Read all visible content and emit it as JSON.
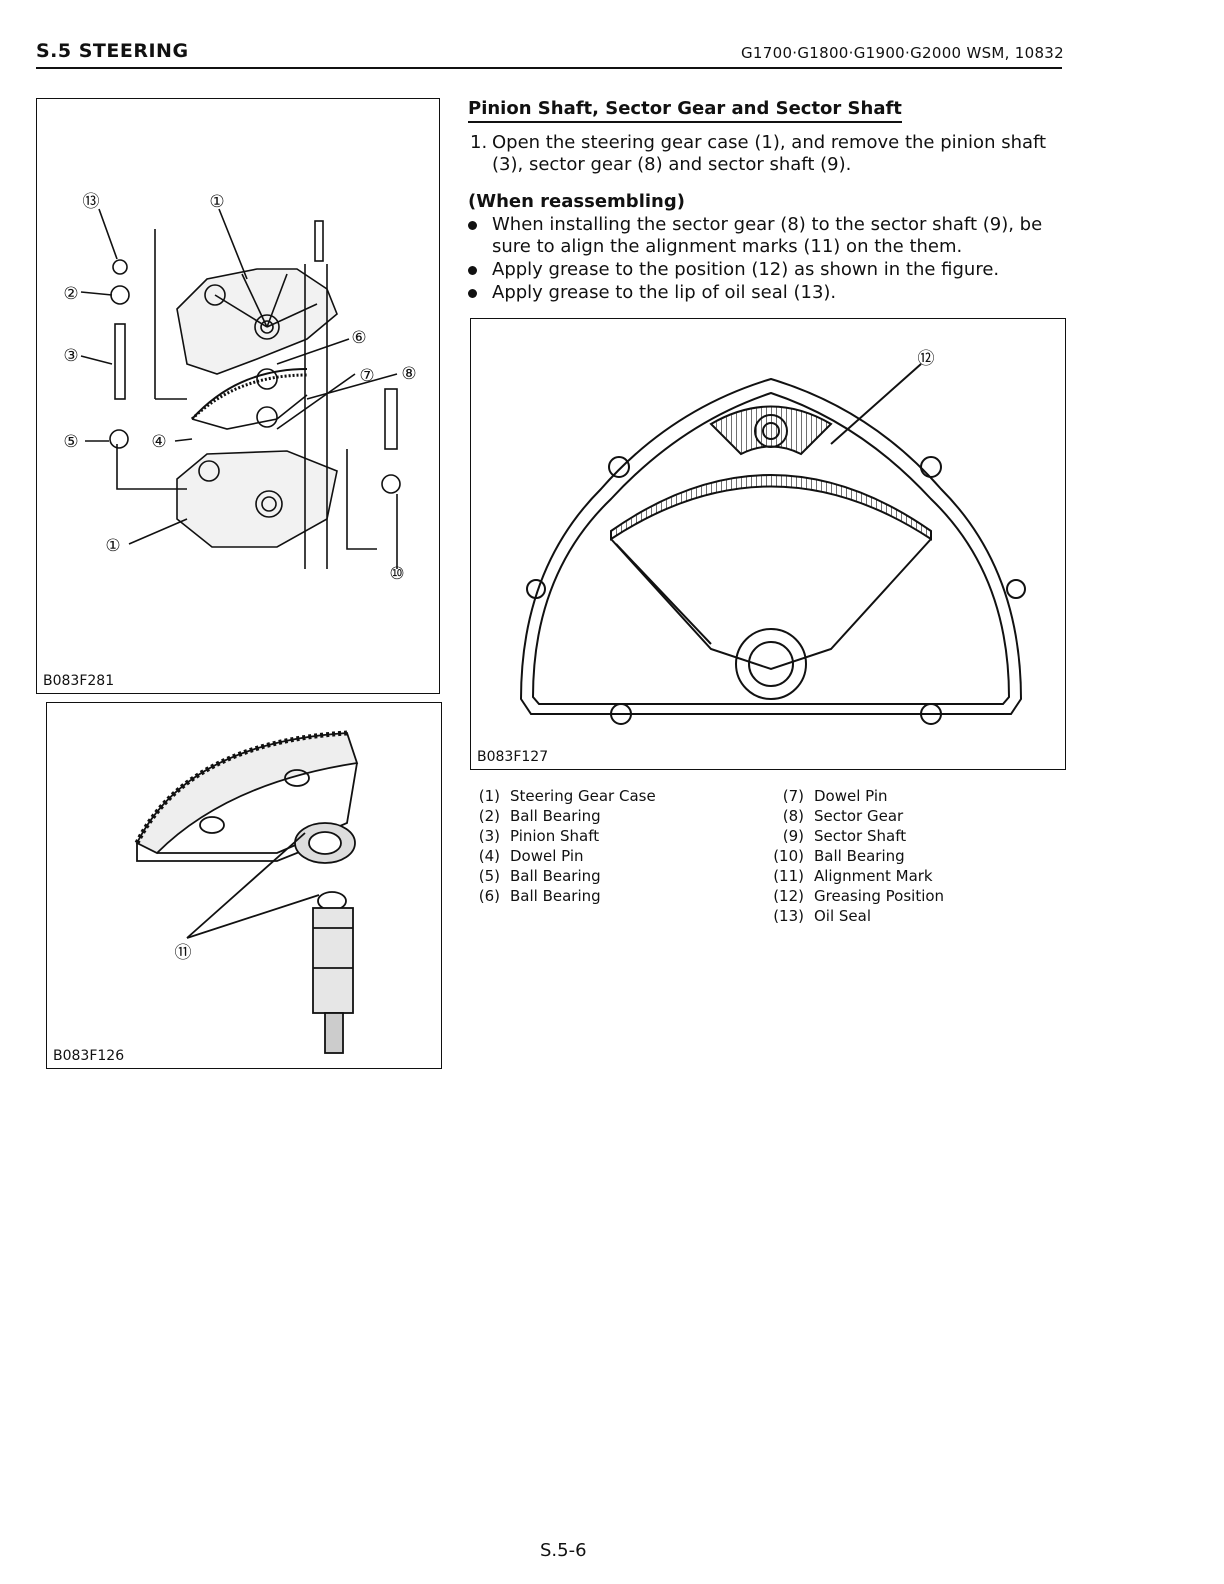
{
  "header": {
    "section": "S.5 STEERING",
    "manual": "G1700·G1800·G1900·G2000  WSM, 10832"
  },
  "figures": {
    "exploded": {
      "code": "B083F281",
      "callouts": [
        "⑬",
        "①",
        "②",
        "③",
        "⑥",
        "⑦",
        "⑧",
        "⑤",
        "④",
        "①",
        "⑩"
      ]
    },
    "gear_closeup": {
      "code": "B083F126",
      "callouts": [
        "⑪"
      ]
    },
    "case_greasing": {
      "code": "B083F127",
      "callouts": [
        "⑫"
      ]
    }
  },
  "procedure": {
    "title": "Pinion Shaft, Sector Gear and Sector Shaft",
    "step_number": "1.",
    "step_text": "Open the steering gear case (1), and remove the pinion shaft (3), sector gear (8) and sector shaft (9).",
    "reassembling_heading": "(When reassembling)",
    "bullets": [
      "When installing the sector gear (8) to the sector shaft (9), be sure to align the alignment marks (11) on the them.",
      "Apply grease to the position (12) as shown in the figure.",
      "Apply grease to the lip of oil seal (13)."
    ]
  },
  "legend": {
    "left": [
      {
        "num": "(1)",
        "label": "Steering Gear Case"
      },
      {
        "num": "(2)",
        "label": "Ball Bearing"
      },
      {
        "num": "(3)",
        "label": "Pinion Shaft"
      },
      {
        "num": "(4)",
        "label": "Dowel Pin"
      },
      {
        "num": "(5)",
        "label": "Ball Bearing"
      },
      {
        "num": "(6)",
        "label": "Ball Bearing"
      }
    ],
    "right": [
      {
        "num": "(7)",
        "label": "Dowel Pin"
      },
      {
        "num": "(8)",
        "label": "Sector Gear"
      },
      {
        "num": "(9)",
        "label": "Sector Shaft"
      },
      {
        "num": "(10)",
        "label": "Ball Bearing"
      },
      {
        "num": "(11)",
        "label": "Alignment Mark"
      },
      {
        "num": "(12)",
        "label": "Greasing Position"
      },
      {
        "num": "(13)",
        "label": "Oil Seal"
      }
    ]
  },
  "page_number": "S.5-6"
}
